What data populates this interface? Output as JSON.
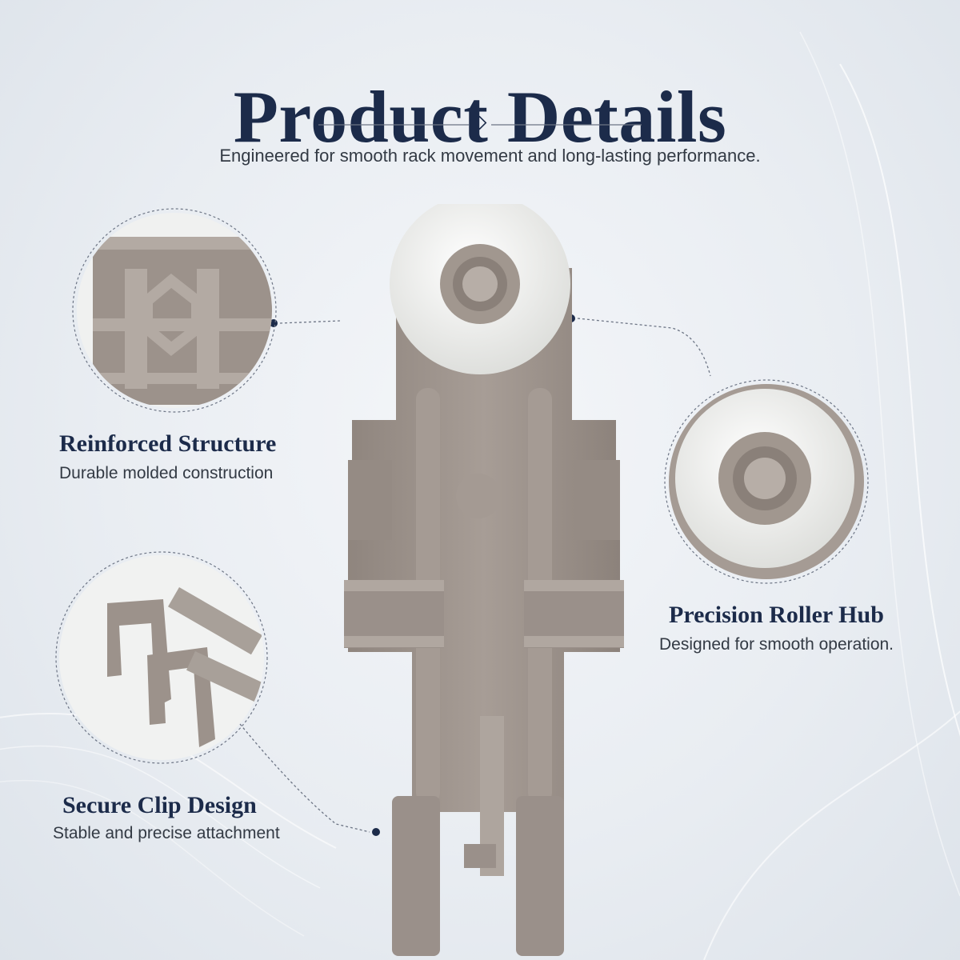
{
  "header": {
    "title": "Product Details",
    "subtitle": "Engineered for smooth rack movement and long-lasting performance."
  },
  "features": [
    {
      "title": "Reinforced Structure",
      "description": "Durable molded construction"
    },
    {
      "title": "Precision Roller Hub",
      "description": "Designed for smooth operation."
    },
    {
      "title": "Secure Clip Design",
      "description": "Stable and precise attachment"
    }
  ],
  "colors": {
    "navy": "#1c2b4a",
    "part_gray": "#9e948d",
    "wheel_white": "#f6f6f4",
    "text": "#333a44"
  },
  "icons": [
    "diamond-icon",
    "dot-icon"
  ]
}
